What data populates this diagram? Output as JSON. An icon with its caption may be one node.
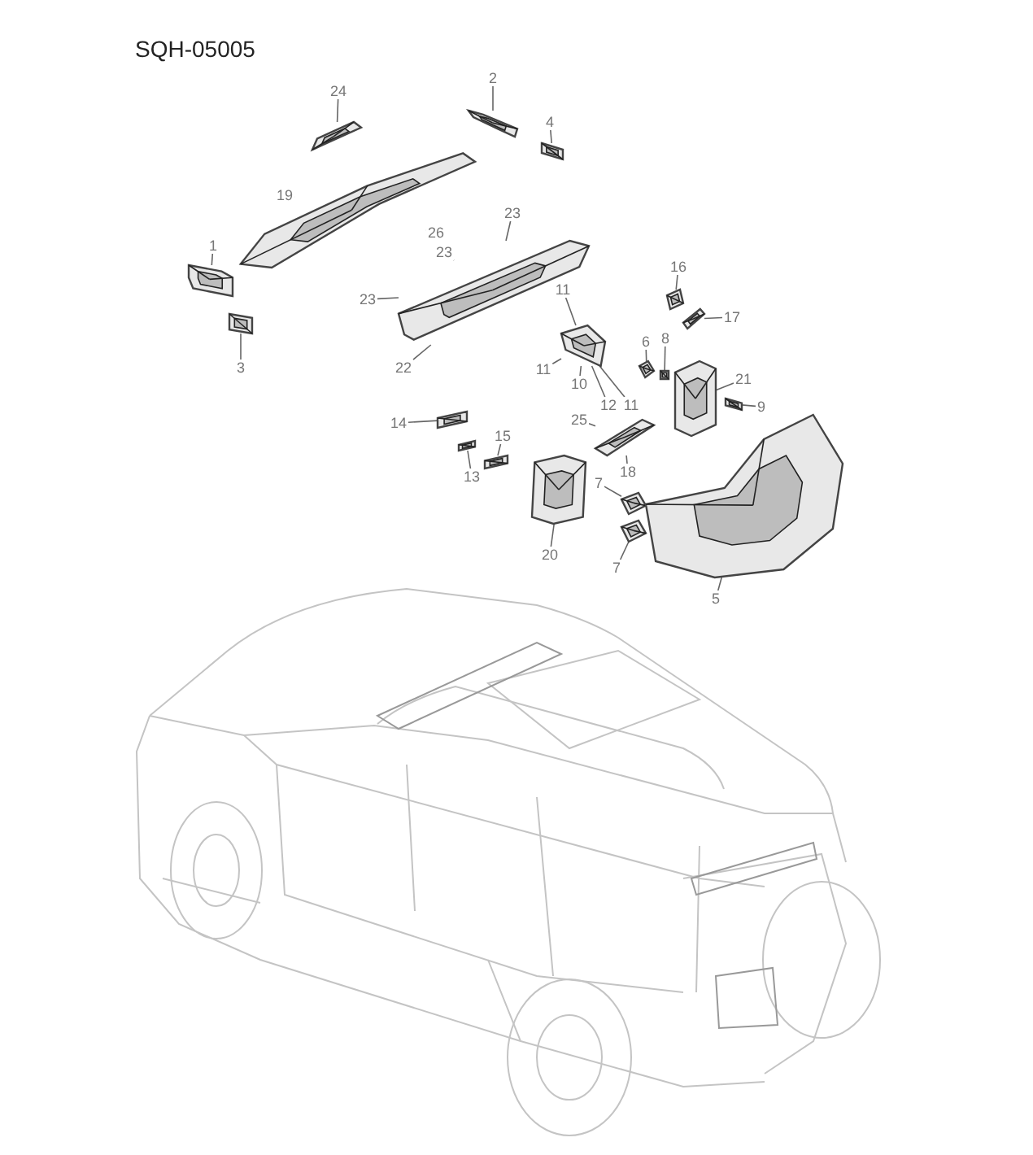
{
  "diagram": {
    "title": "SQH-05005",
    "nodes": [
      {
        "text": [
          "24"
        ]
      },
      {
        "text": [
          "2"
        ]
      },
      {
        "text": [
          "4"
        ]
      },
      {
        "text": [
          "19"
        ]
      },
      {
        "text": [
          "26"
        ]
      },
      {
        "text": [
          "23"
        ]
      },
      {
        "text": [
          "1"
        ]
      },
      {
        "text": [
          "23"
        ]
      },
      {
        "text": [
          "16"
        ]
      },
      {
        "text": [
          "11"
        ]
      },
      {
        "text": [
          "23"
        ]
      },
      {
        "text": [
          "17"
        ]
      },
      {
        "text": [
          "6"
        ]
      },
      {
        "text": [
          "8"
        ]
      },
      {
        "text": [
          "3"
        ]
      },
      {
        "text": [
          "22"
        ]
      },
      {
        "text": [
          "11"
        ]
      },
      {
        "text": [
          "21"
        ]
      },
      {
        "text": [
          "10"
        ]
      },
      {
        "text": [
          "12"
        ]
      },
      {
        "text": [
          "11"
        ]
      },
      {
        "text": [
          "9"
        ]
      },
      {
        "text": [
          "25"
        ]
      },
      {
        "text": [
          "14"
        ]
      },
      {
        "text": [
          "15"
        ]
      },
      {
        "text": [
          "13"
        ]
      },
      {
        "text": [
          "18"
        ]
      },
      {
        "text": [
          "7"
        ]
      },
      {
        "text": [
          "20"
        ]
      },
      {
        "text": [
          "7"
        ]
      },
      {
        "text": [
          "5"
        ]
      },
      {
        "text": [],
        "shape": "picture"
      },
      {
        "text": [],
        "shape": "picture"
      },
      {
        "text": [],
        "shape": "picture"
      },
      {
        "text": [],
        "shape": "picture"
      },
      {
        "text": [],
        "shape": "picture"
      },
      {
        "text": [],
        "shape": "picture"
      },
      {
        "text": [],
        "shape": "picture"
      },
      {
        "text": [],
        "shape": "picture"
      },
      {
        "text": [],
        "shape": "picture"
      },
      {
        "text": [],
        "shape": "picture"
      },
      {
        "text": [],
        "shape": "picture"
      },
      {
        "text": [],
        "shape": "picture"
      },
      {
        "text": [],
        "shape": "picture"
      },
      {
        "text": [],
        "shape": "picture"
      },
      {
        "text": [],
        "shape": "picture"
      },
      {
        "text": [],
        "shape": "picture"
      },
      {
        "text": [],
        "shape": "picture"
      },
      {
        "text": [],
        "shape": "picture"
      },
      {
        "text": [],
        "shape": "picture"
      },
      {
        "text": [],
        "shape": "picture"
      },
      {
        "text": [],
        "shape": "picture"
      },
      {
        "text": [],
        "shape": "picture"
      }
    ],
    "edges": [
      {
        "from": 0,
        "to": 31,
        "arrow": "none"
      },
      {
        "from": 1,
        "to": 32,
        "arrow": "none"
      },
      {
        "from": 2,
        "to": 33,
        "arrow": "none"
      },
      {
        "from": 3,
        "to": 34,
        "arrow": "none"
      },
      {
        "from": 4,
        "to": 34,
        "arrow": "none"
      },
      {
        "from": 5,
        "to": 37,
        "arrow": "none"
      },
      {
        "from": 6,
        "to": 35,
        "arrow": "none"
      },
      {
        "from": 7,
        "to": 37,
        "arrow": "none"
      },
      {
        "from": 8,
        "to": 38,
        "arrow": "none"
      },
      {
        "from": 9,
        "to": 40,
        "arrow": "none"
      },
      {
        "from": 10,
        "to": 37,
        "arrow": "none"
      },
      {
        "from": 11,
        "to": 39,
        "arrow": "none"
      },
      {
        "from": 12,
        "to": 41,
        "arrow": "none"
      },
      {
        "from": 13,
        "to": 42,
        "arrow": "none"
      },
      {
        "from": 14,
        "to": 36,
        "arrow": "none"
      },
      {
        "from": 15,
        "to": 37,
        "arrow": "none"
      },
      {
        "from": 16,
        "to": 40,
        "arrow": "none"
      },
      {
        "from": 17,
        "to": 43,
        "arrow": "none"
      },
      {
        "from": 18,
        "to": 40,
        "arrow": "none"
      },
      {
        "from": 19,
        "to": 40,
        "arrow": "none"
      },
      {
        "from": 20,
        "to": 40,
        "arrow": "none"
      },
      {
        "from": 21,
        "to": 44,
        "arrow": "none"
      },
      {
        "from": 22,
        "to": 48,
        "arrow": "none"
      },
      {
        "from": 23,
        "to": 45,
        "arrow": "none"
      },
      {
        "from": 24,
        "to": 47,
        "arrow": "none"
      },
      {
        "from": 25,
        "to": 46,
        "arrow": "none"
      },
      {
        "from": 26,
        "to": 48,
        "arrow": "none"
      },
      {
        "from": 27,
        "to": 50,
        "arrow": "none"
      },
      {
        "from": 28,
        "to": 49,
        "arrow": "none"
      },
      {
        "from": 29,
        "to": 51,
        "arrow": "none"
      },
      {
        "from": 30,
        "to": 52,
        "arrow": "none"
      }
    ]
  }
}
